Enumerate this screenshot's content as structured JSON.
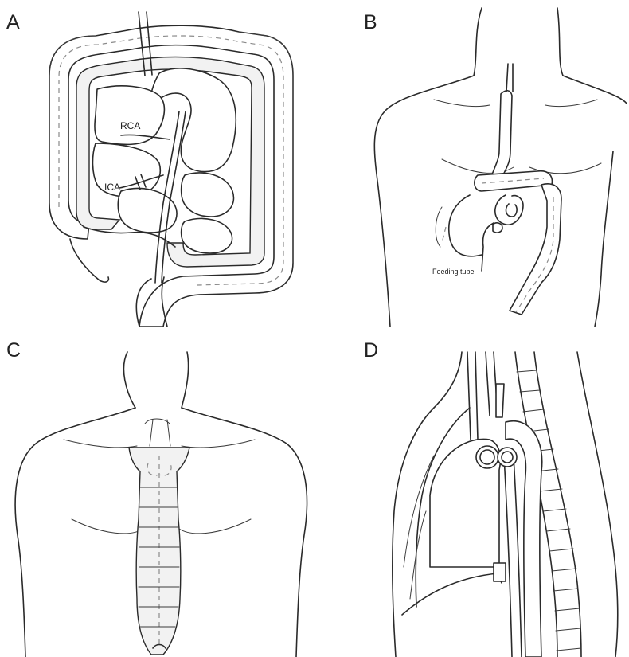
{
  "panels": [
    {
      "letter": "A",
      "labels": [
        "RCA",
        "ICA"
      ]
    },
    {
      "letter": "B",
      "labels": [
        "Feeding tube"
      ]
    },
    {
      "letter": "C",
      "labels": []
    },
    {
      "letter": "D",
      "labels": []
    }
  ]
}
